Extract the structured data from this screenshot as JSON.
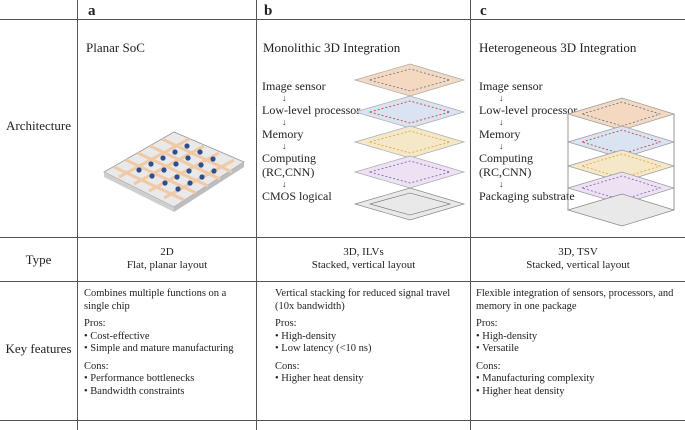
{
  "columns": [
    {
      "letter": "a",
      "title": "Planar SoC",
      "type_main": "2D",
      "type_sub": "Flat, planar layout",
      "features_intro": "Combines multiple functions on a single chip",
      "pros_label": "Pros:",
      "pros": [
        "• Cost-effective",
        "• Simple and mature manufacturing"
      ],
      "cons_label": "Cons:",
      "cons": [
        "• Performance bottlenecks",
        "• Bandwidth constraints"
      ]
    },
    {
      "letter": "b",
      "title": "Monolithic 3D Integration",
      "type_main": "3D, ILVs",
      "type_sub": "Stacked, vertical layout",
      "features_intro": "Vertical stacking for reduced signal travel (10x bandwidth)",
      "pros_label": "Pros:",
      "pros": [
        "• High-density",
        "• Low latency (<10 ns)"
      ],
      "cons_label": "Cons:",
      "cons": [
        "• Higher heat density"
      ],
      "flow": [
        "Image sensor",
        "Low-level processor",
        "Memory",
        "Computing",
        "(RC,CNN)",
        "CMOS logical"
      ]
    },
    {
      "letter": "c",
      "title": "Heterogeneous 3D Integration",
      "type_main": "3D, TSV",
      "type_sub": "Stacked, vertical layout",
      "features_intro": "Flexible integration of sensors, processors, and memory in one package",
      "pros_label": "Pros:",
      "pros": [
        "• High-density",
        "• Versatile"
      ],
      "cons_label": "Cons:",
      "cons": [
        "• Manufacturing complexity",
        "• Higher heat density"
      ],
      "flow": [
        "Image sensor",
        "Low-level processor",
        "Memory",
        "Computing",
        "(RC,CNN)",
        "Packaging substrate"
      ]
    }
  ],
  "rows": {
    "architecture": "Architecture",
    "type": "Type",
    "features": "Key features"
  },
  "colors": {
    "tile_blue": "#2b4f8f",
    "tile_red": "#c0392b",
    "tile_orange": "#e0a030",
    "tile_purple": "#7a5fa8",
    "layer_peach": "#f4d9c0",
    "layer_grey": "#d9d9d9"
  }
}
